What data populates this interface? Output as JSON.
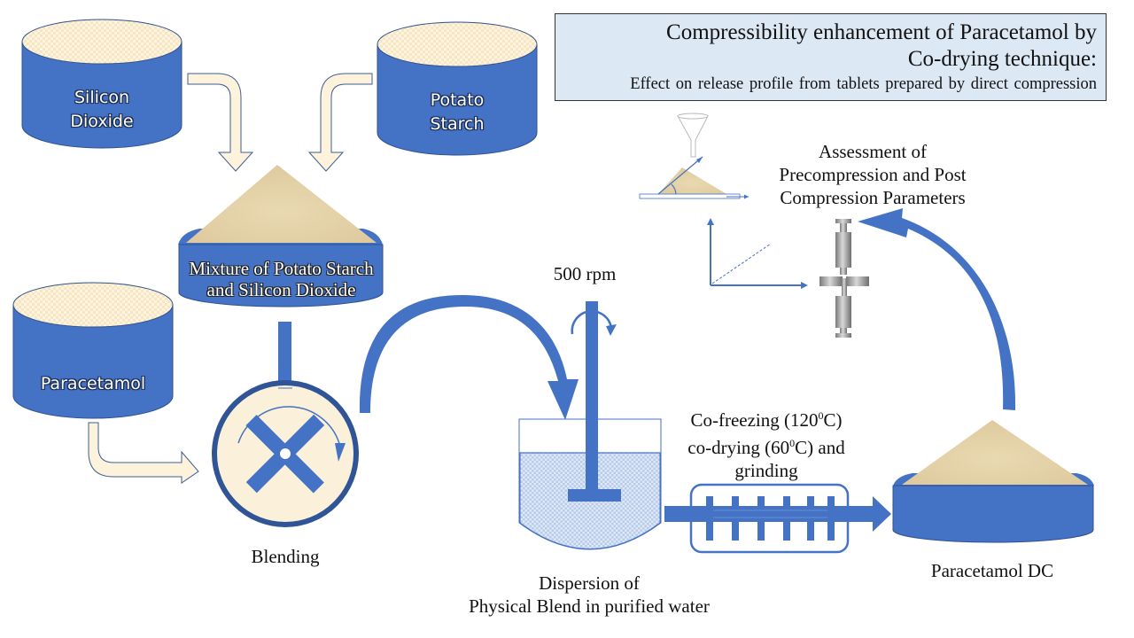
{
  "title": {
    "line1": "Compressibility enhancement of Paracetamol by",
    "line2": "Co-drying technique:",
    "subtitle": "Effect on release profile from tablets prepared by direct compression"
  },
  "colors": {
    "primary_blue": "#4472c4",
    "powder": "#e6d3a8",
    "cream": "#fdf2dc",
    "title_box_bg": "#dde8f5",
    "water": "#c9d8f0",
    "metal": "#9a9a9a"
  },
  "ingredients": {
    "silicon_dioxide": {
      "line1": "Silicon",
      "line2": "Dioxide"
    },
    "potato_starch": {
      "line1": "Potato",
      "line2": "Starch"
    },
    "paracetamol": {
      "label": "Paracetamol"
    }
  },
  "mixture": {
    "line1": "Mixture of Potato Starch",
    "line2": "and Silicon Dioxide"
  },
  "steps": {
    "blending": "Blending",
    "stirrer_speed": "500 rpm",
    "dispersion_line1": "Dispersion of",
    "dispersion_line2": "Physical Blend in purified water",
    "process_line1": "Co-freezing (120",
    "process_line1_sup": "0",
    "process_line1_end": "C)",
    "process_line2": "co-drying (60",
    "process_line2_sup": "0",
    "process_line2_end": "C) and",
    "process_line3": "grinding",
    "product": "Paracetamol DC",
    "assessment_line1": "Assessment of",
    "assessment_line2": "Precompression and Post",
    "assessment_line3": "Compression Parameters"
  },
  "icons": [
    "funnel-icon",
    "angle-of-repose-icon",
    "graph-axes-icon",
    "tablet-punch-icon",
    "blender-icon",
    "stirrer-icon",
    "grinder-icon"
  ]
}
